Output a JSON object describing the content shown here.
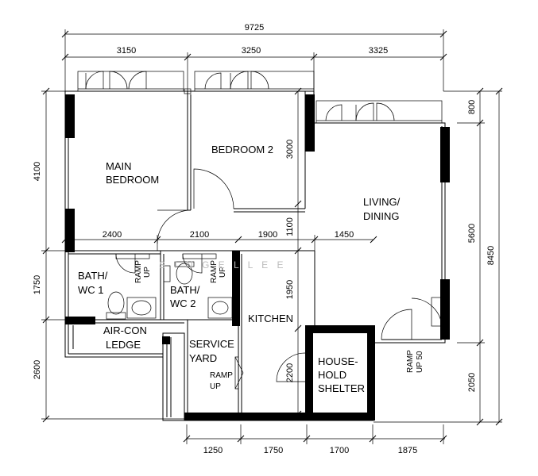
{
  "dimensions": {
    "overall_width": "9725",
    "top": [
      "3150",
      "3250",
      "3325"
    ],
    "bottom": [
      "1250",
      "1750",
      "1700",
      "1875"
    ],
    "left": [
      "4100",
      "1750",
      "2600"
    ],
    "right_inner": [
      "800",
      "5600",
      "2050"
    ],
    "right_overall": "8450",
    "interior": {
      "bedroom2_height": "3000",
      "corridor_height": "1100",
      "kitchen_height": "1950",
      "shelter_height": "2200",
      "row_2400": "2400",
      "row_2100": "2100",
      "row_1900": "1900",
      "row_1450": "1450"
    }
  },
  "rooms": {
    "main_bedroom": [
      "MAIN",
      "BEDROOM"
    ],
    "bedroom2": "BEDROOM 2",
    "living": [
      "LIVING/",
      "DINING"
    ],
    "bath1": [
      "BATH/",
      "WC 1"
    ],
    "bath2": [
      "BATH/",
      "WC 2"
    ],
    "kitchen": "KITCHEN",
    "aircon": [
      "AIR-CON",
      "LEDGE"
    ],
    "service": [
      "SERVICE",
      "YARD"
    ],
    "shelter": [
      "HOUSE-",
      "HOLD",
      "SHELTER"
    ]
  },
  "ramps": {
    "bath1": [
      "RAMP",
      "UP"
    ],
    "bath2": [
      "RAMP",
      "UP"
    ],
    "service": [
      "RAMP",
      "UP"
    ],
    "entrance": [
      "RAMP",
      "UP 50"
    ]
  },
  "watermark": "S I N G E L L E E"
}
